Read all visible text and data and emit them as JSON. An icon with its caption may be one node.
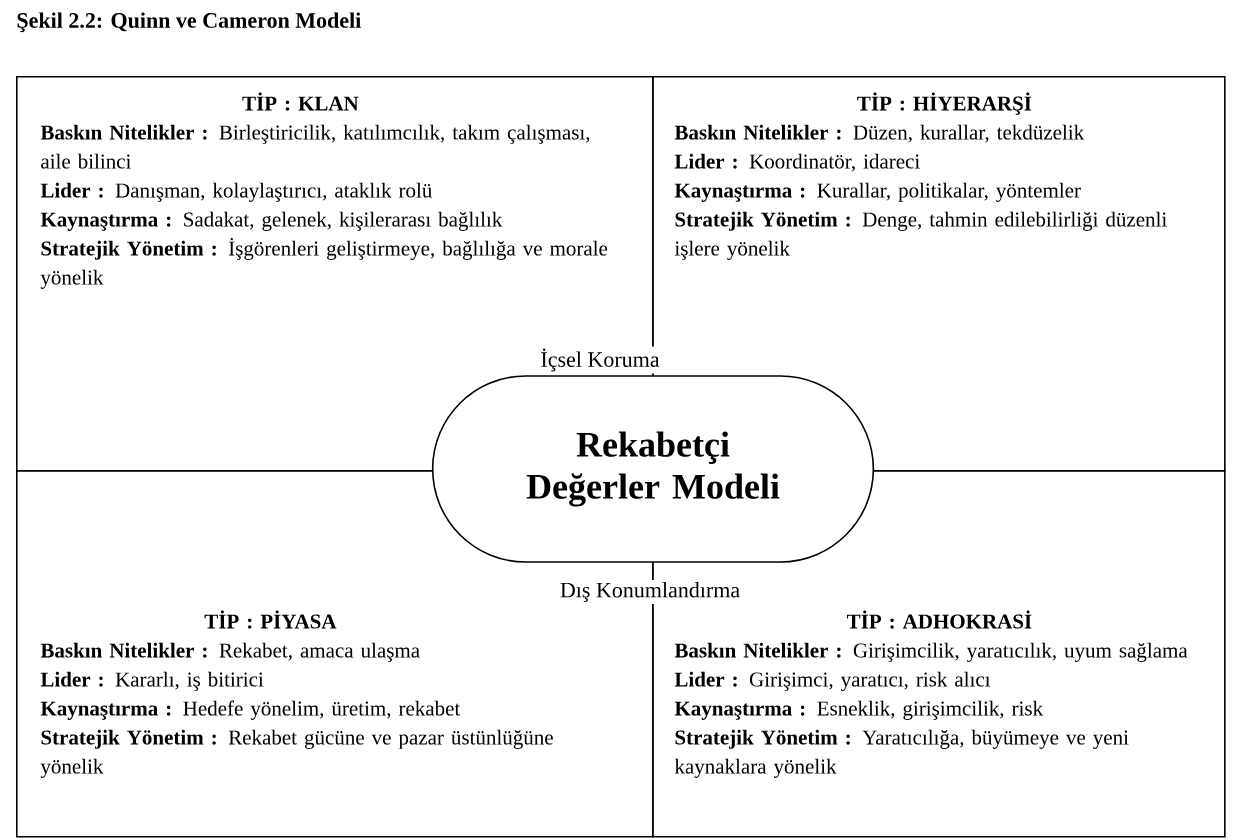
{
  "diagram": {
    "title": "Şekil 2.2: Quinn ve Cameron Modeli",
    "nodes": [
      {
        "text": [
          "TİP : KLAN",
          "**Baskın Nitelikler :** Birleştiricilik, katılımcılık, takım çalışması, aile bilinci",
          "**Lider :** Danışman, kolaylaştırıcı, ataklık rolü",
          "**Kaynaştırma :** Sadakat, gelenek, kişilerarası bağlılık",
          "**Stratejik Yönetim :** İşgörenleri geliştirmeye, bağlılığa ve morale yönelik"
        ]
      },
      {
        "text": [
          "TİP : HİYERARŞİ",
          "**Baskın Nitelikler :** Düzen, kurallar, tekdüzelik",
          "**Lider :** Koordinatör, idareci",
          "**Kaynaştırma :** Kurallar, politikalar, yöntemler",
          "**Stratejik Yönetim :** Denge, tahmin edilebilirliği düzenli işlere yönelik"
        ]
      },
      {
        "text": [
          "TİP : PİYASA",
          "**Baskın Nitelikler :** Rekabet, amaca ulaşma",
          "**Lider :** Kararlı, iş bitirici",
          "**Kaynaştırma :** Hedefe yönelim, üretim, rekabet",
          "**Stratejik Yönetim :** Rekabet gücüne ve pazar üstünlüğüne yönelik"
        ]
      },
      {
        "text": [
          "TİP : ADHOKRASİ",
          "**Baskın Nitelikler :** Girişimcilik, yaratıcılık, uyum sağlama",
          "**Lider :** Girişimci, yaratıcı, risk alıcı",
          "**Kaynaştırma :** Esneklik, girişimcilik, risk",
          "**Stratejik Yönetim :** Yaratıcılığa, büyümeye ve yeni kaynaklara yönelik"
        ]
      },
      {
        "text": [
          "Rekabetçi Değerler Modeli"
        ]
      }
    ],
    "labels": [
      "İçsel Koruma",
      "Dış Konumlandırma"
    ]
  }
}
